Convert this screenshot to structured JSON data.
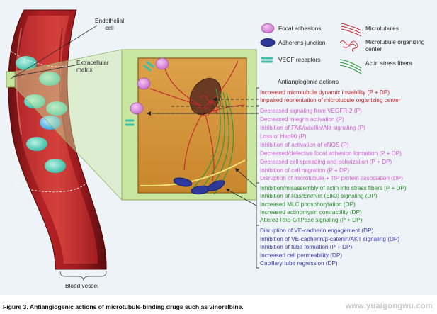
{
  "labels": {
    "endothelial_cell": "Endothelial\ncell",
    "extracellular_matrix": "Extracellular\nmatrix",
    "blood_vessel": "Blood vessel"
  },
  "legend": [
    {
      "label": "Focal adhesions",
      "icon": "focal-adhesion-icon",
      "color": "#d889d8"
    },
    {
      "label": "Microtubules",
      "icon": "microtubule-icon",
      "color": "#c0272d"
    },
    {
      "label": "Adherens junction",
      "icon": "adherens-junction-icon",
      "color": "#2d3a9a"
    },
    {
      "label": "Microtubule organizing\ncenter",
      "icon": "mtoc-icon",
      "color": "#c0272d"
    },
    {
      "label": "VEGF receptors",
      "icon": "vegf-receptor-icon",
      "color": "#5fd4b0"
    },
    {
      "label": "Actin stress fibers",
      "icon": "actin-fiber-icon",
      "color": "#2e9a3a"
    }
  ],
  "actions": {
    "title": "Antiangiogenic actions",
    "groups": [
      {
        "color": "#c0272d",
        "items": [
          "Increased microtubule dynamic instability (P + DP)",
          "Impaired reorientation of microtubule organizing center"
        ]
      },
      {
        "color": "#d35ed3",
        "items": [
          "Decreased signaling from VEGFR-2 (P)",
          "Decreased integrin activation (P)",
          "Inhibition of FAK/paxillin/Akt signaling (P)",
          "Loss of Hsp90 (P)",
          "Inhibition of activation of eNOS (P)",
          "Decreased/defective focal adhesion formation (P + DP)",
          "Decreased cell spreading and polarization (P + DP)",
          "Inhibition of cell migration (P + DP)",
          "Disruption of microtubule + TIP protein association (DP)"
        ]
      },
      {
        "color": "#2a8a2a",
        "items": [
          "Inhibition/misassembly of actin into stress fibers (P + DP)",
          "Inhibition of Ras/Erk/Net (Elk3) signaling (DP)",
          "Increased MLC phosphorylation (DP)",
          "Increased actinomysin contractility (DP)",
          "Altered Rho-GTPase signaling (P + DP)"
        ]
      },
      {
        "color": "#3a3aa6",
        "items": [
          "Disruption of VE-cadherin engagement (DP)",
          "Inhibition of VE-cadherin/β-catenin/AKT signaling (DP)",
          "Inhibition of tube formation (P + DP)",
          "Increased cell permeability (DP)",
          "Capillary tube regression (DP)"
        ]
      }
    ]
  },
  "caption": "Figure 3. Antiangiogenic actions of microtubule-binding drugs such as vinorelbine.",
  "watermark": "www.yuaigongwu.com",
  "colors": {
    "vessel": "#9e1d1f",
    "vessel_dark": "#6e1012",
    "zoom_panel": "#c8e6a0",
    "cell": "#d59a3a",
    "nucleus": "#6b3a22",
    "cell_bubble": "#4fc3b0"
  }
}
